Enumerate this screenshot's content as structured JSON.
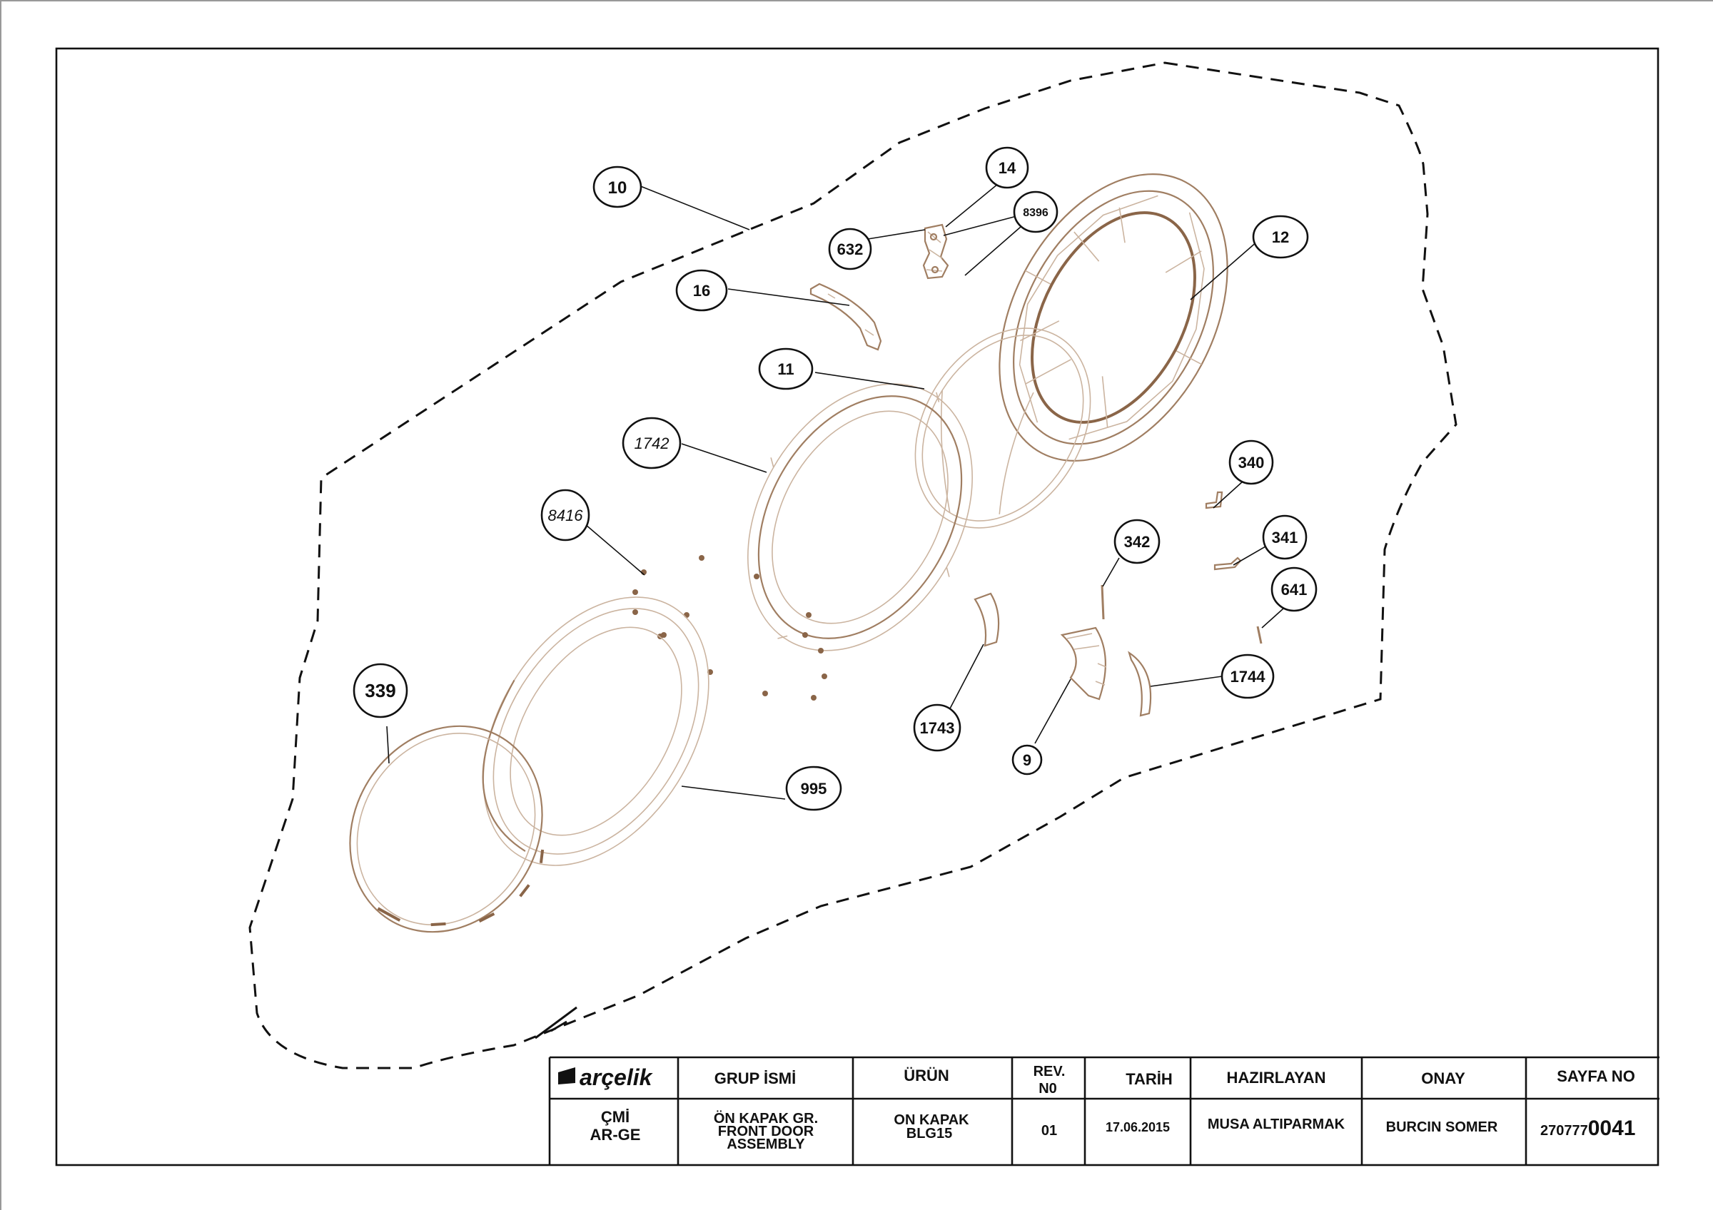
{
  "drawing": {
    "callouts": [
      {
        "label": "10"
      },
      {
        "label": "14"
      },
      {
        "label": "8396"
      },
      {
        "label": "632"
      },
      {
        "label": "12"
      },
      {
        "label": "16"
      },
      {
        "label": "11"
      },
      {
        "label": "1742"
      },
      {
        "label": "8416"
      },
      {
        "label": "340"
      },
      {
        "label": "342"
      },
      {
        "label": "341"
      },
      {
        "label": "641"
      },
      {
        "label": "1744"
      },
      {
        "label": "1743"
      },
      {
        "label": "9"
      },
      {
        "label": "339"
      },
      {
        "label": "995"
      }
    ],
    "colors": {
      "line": "#111111",
      "part": "#a07e62",
      "part_light": "#cbb4a0"
    }
  },
  "title_block": {
    "logo": "arçelik",
    "headers": {
      "group": "GRUP İSMİ",
      "product": "ÜRÜN",
      "rev_line1": "REV.",
      "rev_line2": "N0",
      "date": "TARİH",
      "prepared": "HAZIRLAYAN",
      "approval": "ONAY",
      "page": "SAYFA NO"
    },
    "values": {
      "dept_line1": "ÇMİ",
      "dept_line2": "AR-GE",
      "group_line1": "ÖN KAPAK GR.",
      "group_line2": "FRONT DOOR",
      "group_line3": "ASSEMBLY",
      "product_line1": "ON KAPAK",
      "product_line2": "BLG15",
      "rev": "01",
      "date": "17.06.2015",
      "prepared": "MUSA ALTIPARMAK",
      "approval": "BURCIN SOMER",
      "page_prefix": "270777",
      "page_suffix": "0041"
    }
  }
}
